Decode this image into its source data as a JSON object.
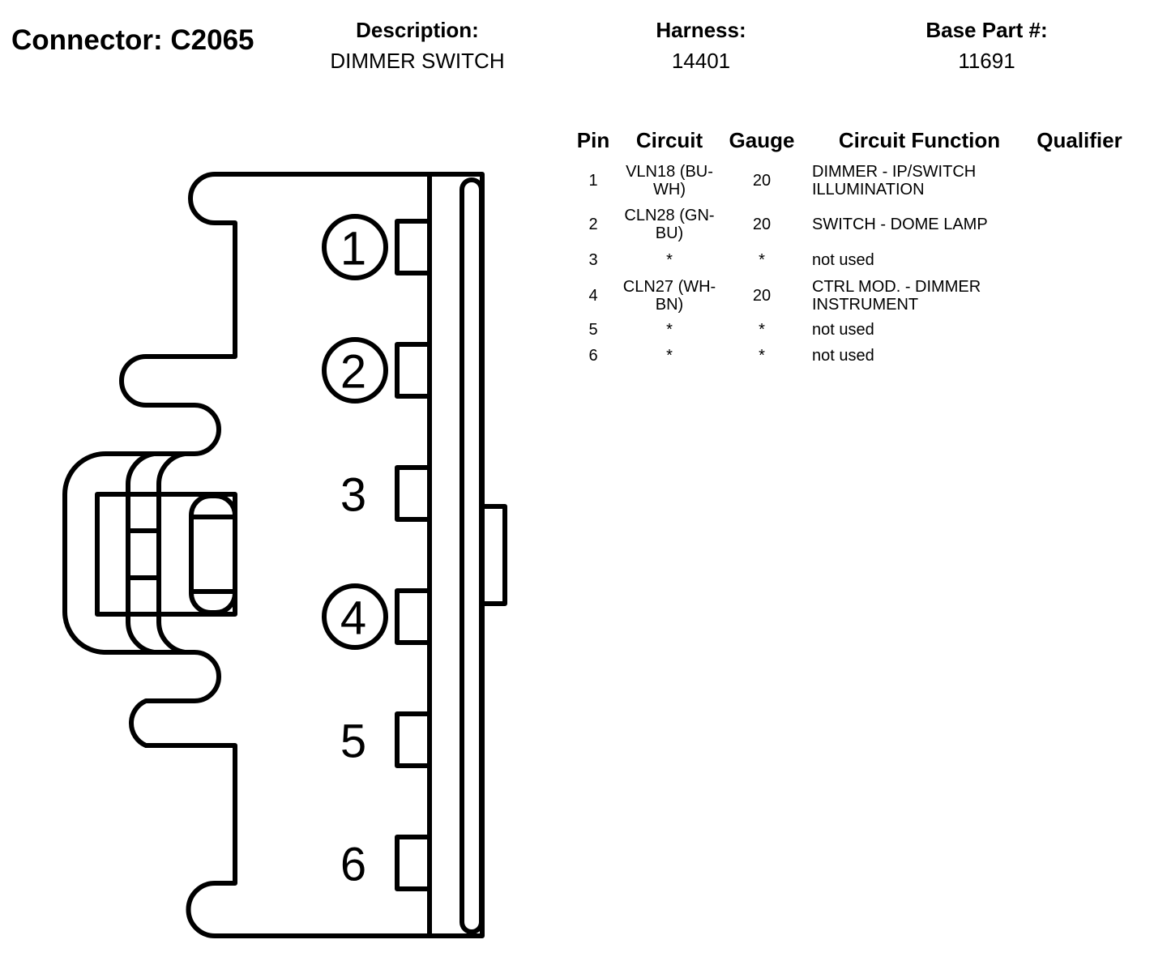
{
  "header": {
    "connector": "Connector: C2065",
    "description_label": "Description:",
    "description_value": "DIMMER SWITCH",
    "harness_label": "Harness:",
    "harness_value": "14401",
    "base_part_label": "Base Part #:",
    "base_part_value": "11691"
  },
  "table": {
    "columns": [
      "Pin",
      "Circuit",
      "Gauge",
      "Circuit Function",
      "Qualifier"
    ],
    "rows": [
      {
        "pin": "1",
        "circuit": "VLN18 (BU-WH)",
        "gauge": "20",
        "function": "DIMMER - IP/SWITCH ILLUMINATION",
        "qualifier": ""
      },
      {
        "pin": "2",
        "circuit": "CLN28 (GN-BU)",
        "gauge": "20",
        "function": "SWITCH - DOME LAMP",
        "qualifier": ""
      },
      {
        "pin": "3",
        "circuit": "*",
        "gauge": "*",
        "function": "not used",
        "qualifier": ""
      },
      {
        "pin": "4",
        "circuit": "CLN27 (WH-BN)",
        "gauge": "20",
        "function": "CTRL MOD. - DIMMER INSTRUMENT",
        "qualifier": ""
      },
      {
        "pin": "5",
        "circuit": "*",
        "gauge": "*",
        "function": "not used",
        "qualifier": ""
      },
      {
        "pin": "6",
        "circuit": "*",
        "gauge": "*",
        "function": "not used",
        "qualifier": ""
      }
    ]
  },
  "diagram": {
    "pins": [
      {
        "label": "1",
        "circled": true
      },
      {
        "label": "2",
        "circled": true
      },
      {
        "label": "3",
        "circled": false
      },
      {
        "label": "4",
        "circled": true
      },
      {
        "label": "5",
        "circled": false
      },
      {
        "label": "6",
        "circled": false
      }
    ]
  }
}
